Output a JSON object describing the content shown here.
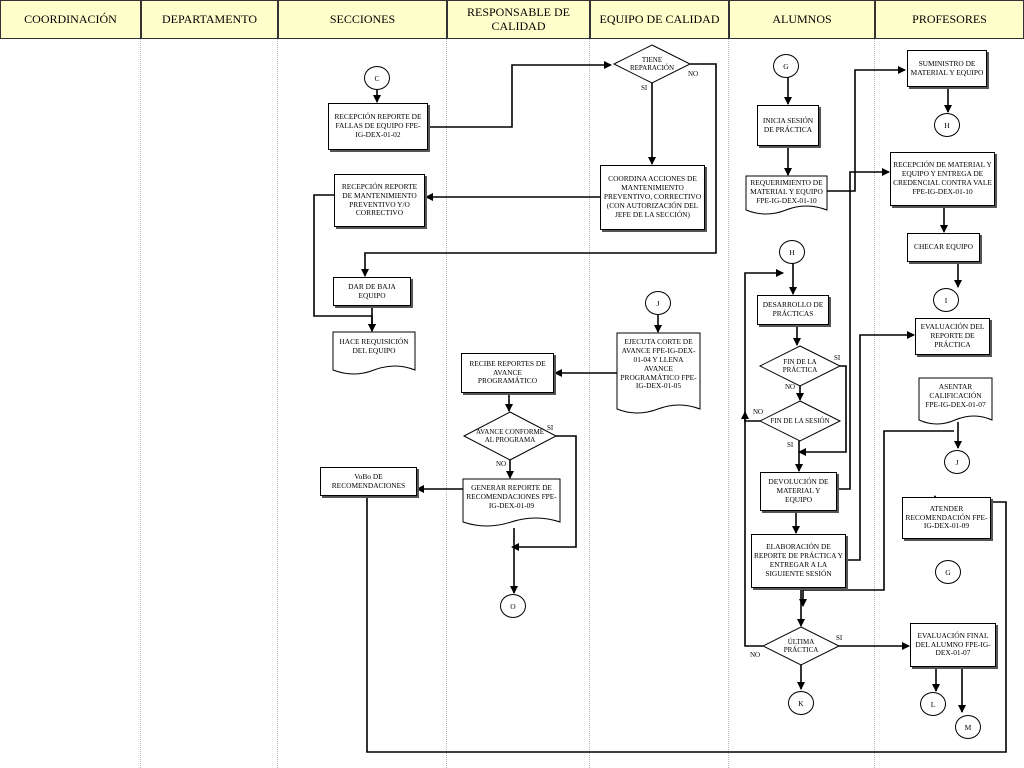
{
  "headers": {
    "coordinacion": "COORDINACIÓN",
    "departamento": "DEPARTAMENTO",
    "secciones": "SECCIONES",
    "responsable": "RESPONSABLE DE CALIDAD",
    "equipo": "EQUIPO DE CALIDAD",
    "alumnos": "ALUMNOS",
    "profesores": "PROFESORES"
  },
  "connectors": {
    "c": "C",
    "g_top": "G",
    "h_top": "H",
    "h_mid": "H",
    "i": "I",
    "j_left": "J",
    "j_right": "J",
    "g_right": "G",
    "o": "O",
    "k": "K",
    "l": "L",
    "m": "M"
  },
  "boxes": {
    "recepcion_fallas": "RECEPCIÓN REPORTE DE FALLAS DE EQUIPO FPE-IG-DEX-01-02",
    "recepcion_mant": "RECEPCIÓN REPORTE DE MANTENIMIENTO PREVENTIVO Y/O CORRECTIVO",
    "dar_baja": "DAR DE BAJA EQUIPO",
    "hace_req": "HACE REQUISICIÓN DEL EQUIPO",
    "coordina": "COORDINA ACCIONES DE MANTENIMIENTO PREVENTIVO, CORRECTIVO (CON AUTORIZACIÓN DEL JEFE DE LA SECCIÓN)",
    "ejecuta_corte": "EJECUTA CORTE DE AVANCE FPE-IG-DEX-01-04 Y LLENA AVANCE PROGRAMÁTICO FPE-IG-DEX-01-05",
    "recibe_reportes": "RECIBE REPORTES DE AVANCE PROGRAMÁTICO",
    "generar_reporte": "GENERAR REPORTE DE RECOMENDACIONES FPE-IG-DEX-01-09",
    "vobo": "VoBo DE RECOMENDACIONES",
    "inicia_sesion": "INICIA SESIÓN DE PRÁCTICA",
    "requerimiento": "REQUERIMIENTO DE MATERIAL Y EQUIPO FPE-IG-DEX-01-10",
    "desarrollo": "DESARROLLO DE PRÁCTICAS",
    "devolucion": "DEVOLUCIÓN DE MATERIAL Y EQUIPO",
    "elaboracion": "ELABORACIÓN DE REPORTE DE PRÁCTICA Y ENTREGAR A LA SIGUIENTE SESIÓN",
    "suministro": "SUMINISTRO DE MATERIAL Y EQUIPO",
    "recepcion_material": "RECEPCIÓN DE MATERIAL Y EQUIPO Y ENTREGA DE CREDENCIAL CONTRA VALE FPE-IG-DEX-01-10",
    "checar": "CHECAR EQUIPO",
    "evaluacion_reporte": "EVALUACIÓN DEL REPORTE DE PRÁCTICA",
    "asentar": "ASENTAR CALIFICACIÓN FPE-IG-DEX-01-07",
    "atender": "ATENDER RECOMENDACIÓN FPE-IG-DEX-01-09",
    "evaluacion_final": "EVALUACIÓN FINAL DEL ALUMNO FPE-IG-DEX-01-07"
  },
  "decisions": {
    "tiene_reparacion": "TIENE REPARACIÓN",
    "avance_conforme": "AVANCE CONFORME AL PROGRAMA",
    "fin_practica": "FIN DE LA PRÁCTICA",
    "fin_sesion": "FIN DE LA SESIÓN",
    "ultima_practica": "ÚLTIMA PRÁCTICA"
  },
  "labels": {
    "tiene_no": "NO",
    "tiene_si": "SI",
    "avance_si": "SI",
    "avance_no": "NO",
    "fp_si": "SI",
    "fp_no": "NO",
    "fs_no": "NO",
    "fs_si": "SI",
    "ult_si": "SI",
    "ult_no": "NO"
  },
  "colors": {
    "header_bg": "#ffffcc",
    "line": "#000000"
  }
}
